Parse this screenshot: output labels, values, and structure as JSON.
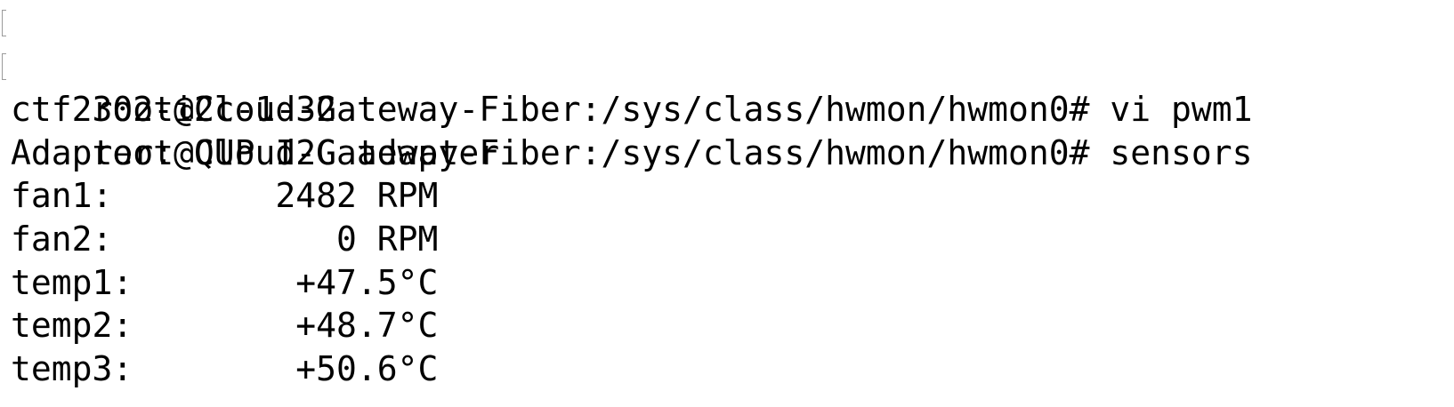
{
  "terminal": {
    "lines": [
      {
        "text": "root@Cloud-Gateway-Fiber:/sys/class/hwmon/hwmon0# vi pwm1",
        "marked": true
      },
      {
        "text": "root@Cloud-Gateway-Fiber:/sys/class/hwmon/hwmon0# sensors",
        "marked": true
      },
      {
        "text": "ctf2302-i2c-1-32",
        "marked": false
      },
      {
        "text": "Adapter: QUP I2C adapter",
        "marked": false
      },
      {
        "text": "fan1:        2482 RPM",
        "marked": false
      },
      {
        "text": "fan2:           0 RPM",
        "marked": false
      },
      {
        "text": "temp1:        +47.5°C",
        "marked": false
      },
      {
        "text": "temp2:        +48.7°C",
        "marked": false
      },
      {
        "text": "temp3:        +50.6°C",
        "marked": false
      }
    ]
  }
}
